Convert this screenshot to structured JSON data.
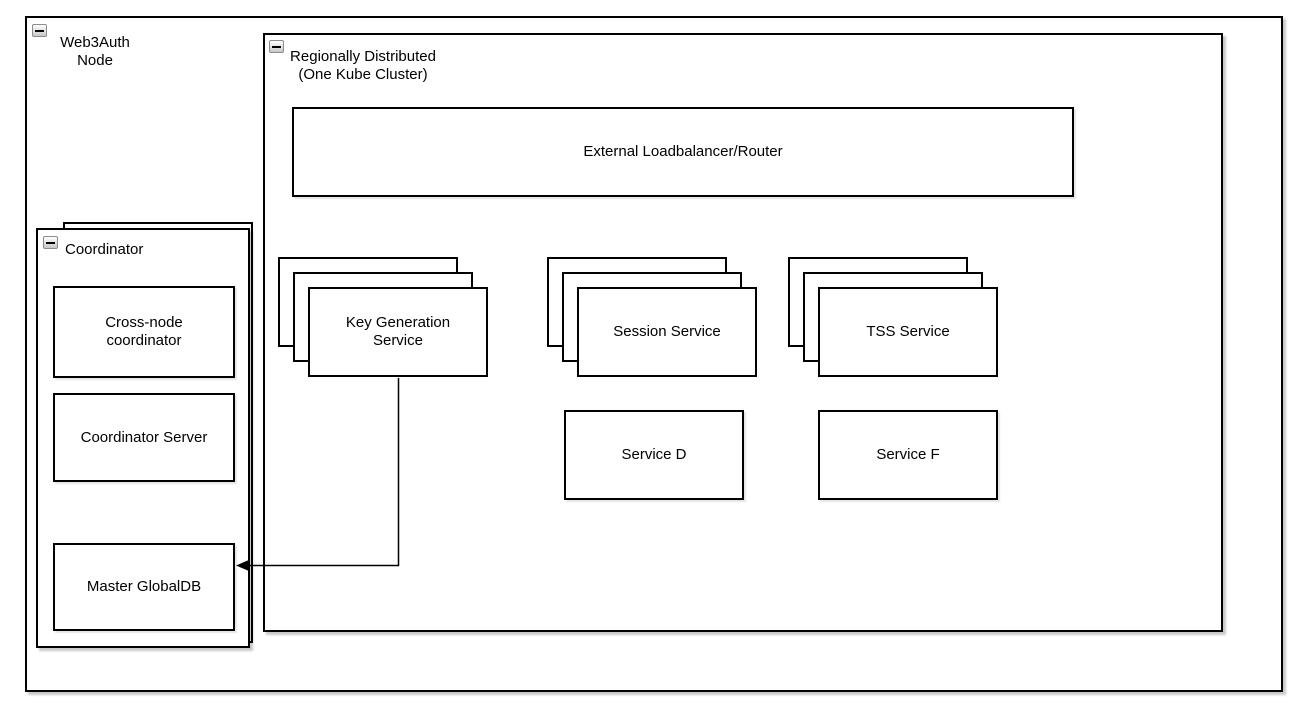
{
  "nodes": {
    "web3auth": "Web3Auth\nNode",
    "regional": "Regionally Distributed\n(One Kube Cluster)",
    "loadbalancer": "External Loadbalancer/Router",
    "key_generation": "Key Generation\nService",
    "session_service": "Session Service",
    "tss_service": "TSS Service",
    "service_d": "Service D",
    "service_f": "Service F",
    "coordinator": "Coordinator",
    "cross_node": "Cross-node\ncoordinator",
    "coordinator_server": "Coordinator Server",
    "master_globaldb": "Master GlobalDB"
  },
  "stacks": {
    "layers_shown": 3,
    "members": [
      "Key Generation Service",
      "Session Service",
      "TSS Service"
    ]
  },
  "edges": [
    {
      "from": "Key Generation Service",
      "to": "Master GlobalDB",
      "style": "elbow-arrow"
    }
  ],
  "colors": {
    "background": "#ffffff",
    "border": "#000000",
    "text": "#000000",
    "collapse_button_fill": "#d9d9d9"
  }
}
